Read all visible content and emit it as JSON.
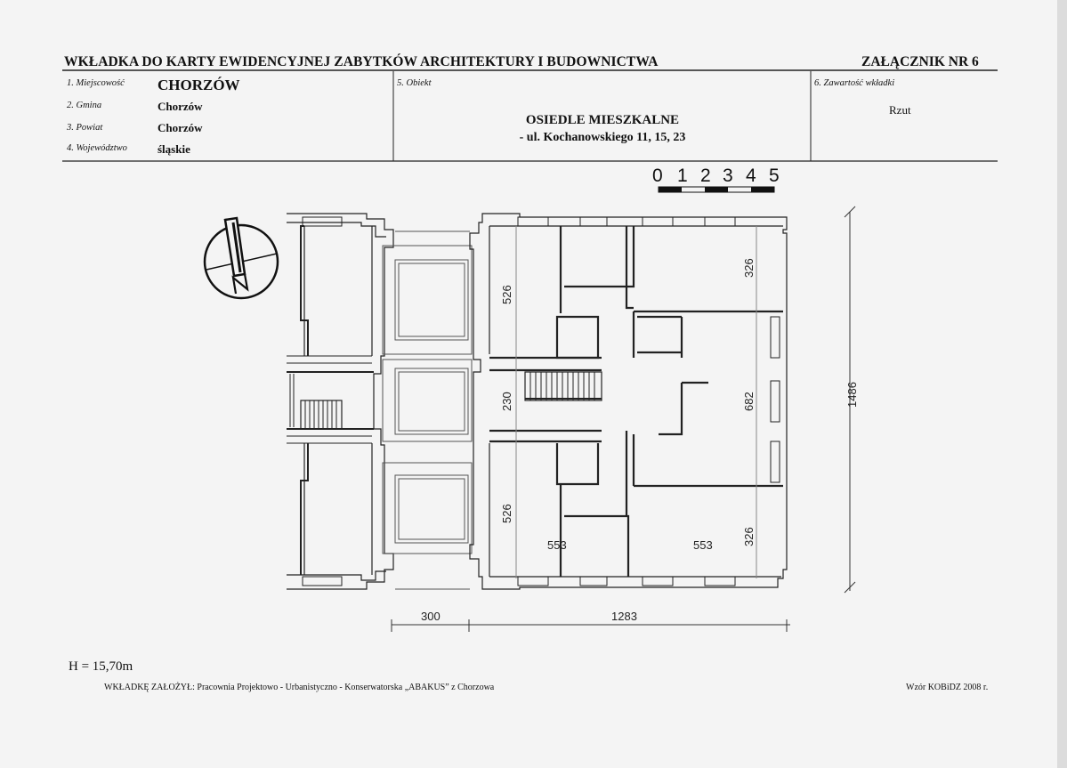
{
  "header": {
    "title": "WKŁADKA DO KARTY EWIDENCYJNEJ ZABYTKÓW ARCHITEKTURY I BUDOWNICTWA",
    "attachment": "ZAŁĄCZNIK NR 6"
  },
  "fields": {
    "locality": {
      "label": "1. Miejscowość",
      "value": "CHORZÓW"
    },
    "municipality": {
      "label": "2. Gmina",
      "value": "Chorzów"
    },
    "county": {
      "label": "3. Powiat",
      "value": "Chorzów"
    },
    "voivodeship": {
      "label": "4. Województwo",
      "value": "śląskie"
    },
    "object": {
      "label": "5. Obiekt",
      "value_line1": "OSIEDLE MIESZKALNE",
      "value_line2": "- ul. Kochanowskiego 11, 15, 23"
    },
    "contents": {
      "label": "6. Zawartość wkładki",
      "value": "Rzut"
    }
  },
  "drawing": {
    "scale": [
      "0",
      "1",
      "2",
      "3",
      "4",
      "5"
    ],
    "dims": {
      "total_height": "1486",
      "courtyard_width": "300",
      "building_width": "1283",
      "upper_room": "526",
      "stair_hall": "230",
      "lower_room": "526",
      "right_upper": "326",
      "right_middle": "682",
      "right_lower": "326",
      "room_width_left": "553",
      "room_width_right": "553"
    }
  },
  "footer": {
    "height": "H = 15,70m",
    "prepared_by": "WKŁADKĘ ZAŁOŻYŁ: Pracownia Projektowo - Urbanistyczno - Konserwatorska „ABAKUS” z Chorzowa",
    "template": "Wzór KOBiDZ 2008 r."
  }
}
